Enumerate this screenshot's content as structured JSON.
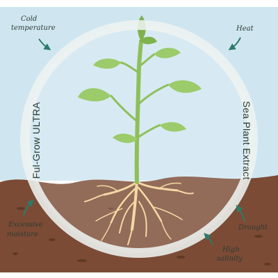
{
  "stress_factors": {
    "cold": [
      "Cold",
      "temperature"
    ],
    "heat": [
      "Heat"
    ],
    "excessive_moisture": [
      "Excessive",
      "moisture"
    ],
    "drought": [
      "Drought"
    ],
    "high_salinity": [
      "High",
      "salinity"
    ]
  },
  "ring_labels": {
    "left": "Ful-Grow ULTRA",
    "right": "Sea Plant Extract"
  },
  "colors": {
    "sky": "#cfe6f1",
    "soil": "#7b4b35",
    "soil_dark": "#5f3826",
    "ring": "#eef3f0",
    "leaf": "#9ccb6b",
    "leaf_dark": "#7fb24f",
    "stem": "#8fbf5a",
    "root": "#f4d9a4",
    "arrow": "#2e7a6a"
  }
}
